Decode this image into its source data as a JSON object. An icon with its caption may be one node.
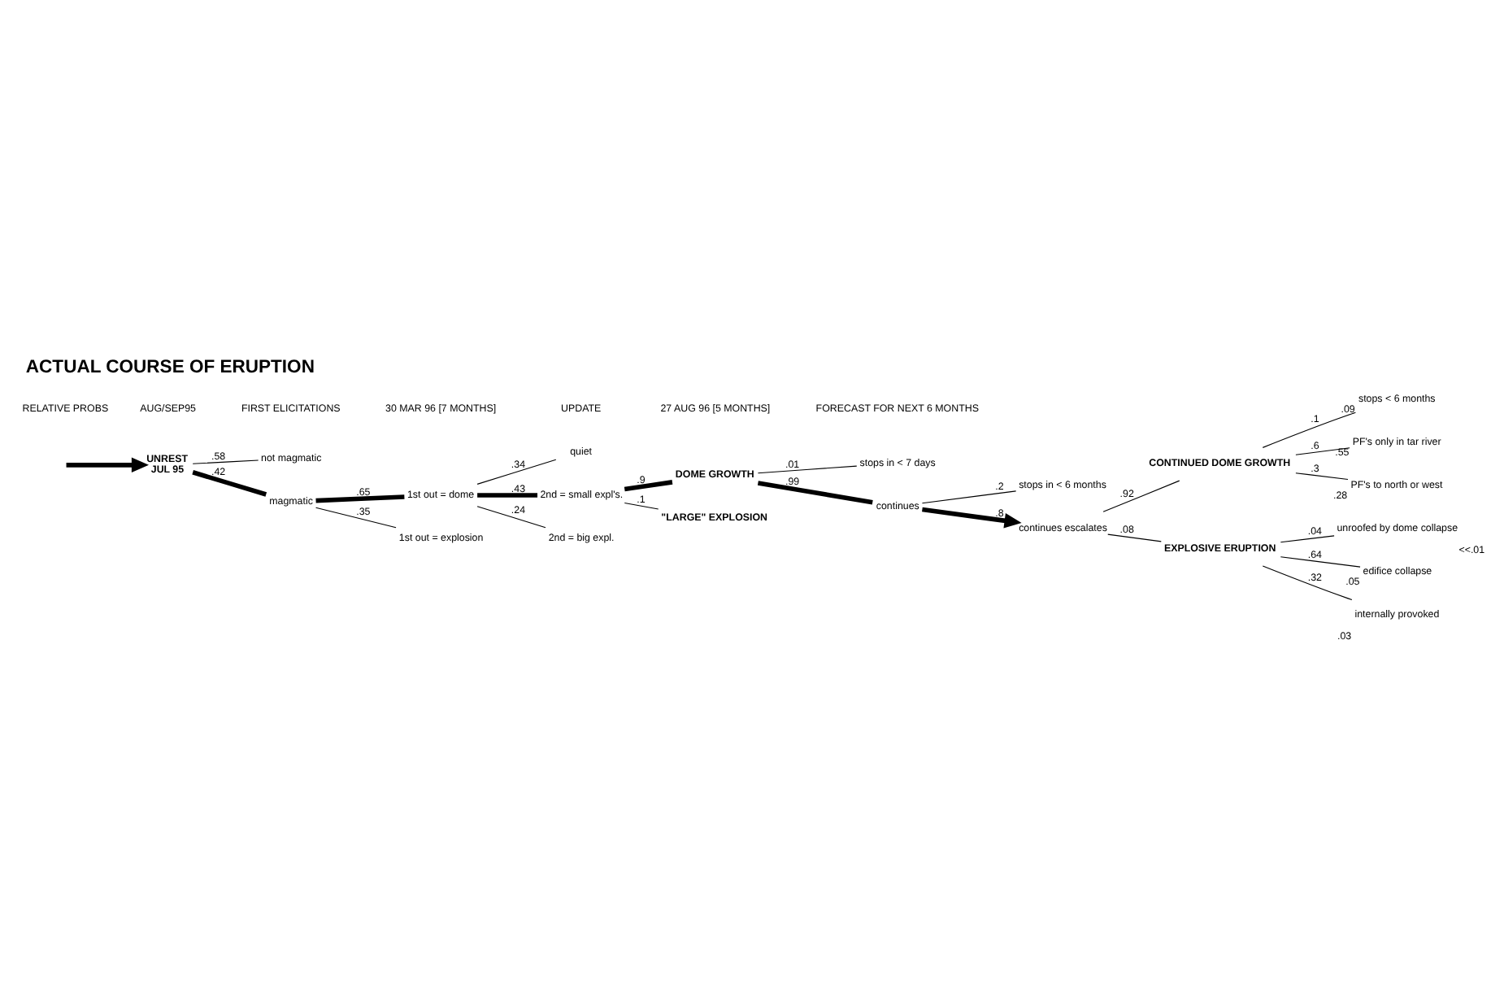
{
  "diagram": {
    "title": "ACTUAL COURSE OF ERUPTION",
    "nodes": [
      {
        "text": [
          "UNREST",
          "JUL 95"
        ]
      },
      {
        "text": [
          "not magmatic"
        ]
      },
      {
        "text": [
          "magmatic"
        ]
      },
      {
        "text": [
          "1st out = dome"
        ]
      },
      {
        "text": [
          "1st out = explosion"
        ]
      },
      {
        "text": [
          "quiet"
        ]
      },
      {
        "text": [
          "2nd = small expl's."
        ]
      },
      {
        "text": [
          "2nd = big expl."
        ]
      },
      {
        "text": [
          "DOME GROWTH"
        ]
      },
      {
        "text": [
          "\"LARGE\" EXPLOSION"
        ]
      },
      {
        "text": [
          "stops in < 7 days"
        ]
      },
      {
        "text": [
          "continues"
        ]
      },
      {
        "text": [
          "stops in < 6 months"
        ]
      },
      {
        "text": [
          "continues escalates"
        ]
      },
      {
        "text": [
          "CONTINUED DOME GROWTH"
        ]
      },
      {
        "text": [
          "EXPLOSIVE ERUPTION"
        ]
      },
      {
        "text": [
          "stops < 6 months"
        ],
        "beside": [
          ".09"
        ]
      },
      {
        "text": [
          "PF's only in tar river"
        ],
        "beside": [
          ".55"
        ]
      },
      {
        "text": [
          "PF's to north or west"
        ],
        "beside": [
          ".28"
        ]
      },
      {
        "text": [
          "unroofed by dome collapse"
        ],
        "beside": [
          "<<.01"
        ]
      },
      {
        "text": [
          "edifice collapse"
        ],
        "beside": [
          ".05"
        ]
      },
      {
        "text": [
          "internally provoked"
        ],
        "beside": [
          ".03"
        ]
      }
    ],
    "edges": [
      {
        "from": null,
        "to": 0,
        "arrow": "to",
        "style": "thick"
      },
      {
        "from": 0,
        "to": 1,
        "arrow": "none",
        "label": ".58"
      },
      {
        "from": 0,
        "to": 2,
        "arrow": "none",
        "label": ".42",
        "style": "thick"
      },
      {
        "from": 2,
        "to": 3,
        "arrow": "none",
        "label": ".65",
        "style": "thick"
      },
      {
        "from": 2,
        "to": 4,
        "arrow": "none",
        "label": ".35"
      },
      {
        "from": 3,
        "to": 5,
        "arrow": "none",
        "label": ".34"
      },
      {
        "from": 3,
        "to": 6,
        "arrow": "none",
        "label": ".43",
        "style": "thick"
      },
      {
        "from": 3,
        "to": 7,
        "arrow": "none",
        "label": ".24"
      },
      {
        "from": 6,
        "to": 8,
        "arrow": "none",
        "label": ".9",
        "style": "thick"
      },
      {
        "from": 6,
        "to": 9,
        "arrow": "none",
        "label": ".1"
      },
      {
        "from": 8,
        "to": 10,
        "arrow": "none",
        "label": ".01"
      },
      {
        "from": 8,
        "to": 11,
        "arrow": "none",
        "label": ".99",
        "style": "thick"
      },
      {
        "from": 11,
        "to": 12,
        "arrow": "none",
        "label": ".2"
      },
      {
        "from": 11,
        "to": 13,
        "arrow": "to",
        "label": ".8",
        "style": "thick"
      },
      {
        "from": 13,
        "to": 14,
        "arrow": "none",
        "label": ".92"
      },
      {
        "from": 13,
        "to": 15,
        "arrow": "none",
        "label": ".08"
      },
      {
        "from": 14,
        "to": 16,
        "arrow": "none",
        "label": ".1"
      },
      {
        "from": 14,
        "to": 17,
        "arrow": "none",
        "label": ".6"
      },
      {
        "from": 14,
        "to": 18,
        "arrow": "none",
        "label": ".3"
      },
      {
        "from": 15,
        "to": 19,
        "arrow": "none",
        "label": ".04"
      },
      {
        "from": 15,
        "to": 20,
        "arrow": "none",
        "label": ".64"
      },
      {
        "from": 15,
        "to": 21,
        "arrow": "none",
        "label": ".32"
      }
    ],
    "labels": [
      "RELATIVE PROBS",
      "AUG/SEP95",
      "FIRST ELICITATIONS",
      "30 MAR 96 [7 MONTHS]",
      "UPDATE",
      "27 AUG 96 [5 MONTHS]",
      "FORECAST FOR NEXT 6 MONTHS"
    ]
  }
}
